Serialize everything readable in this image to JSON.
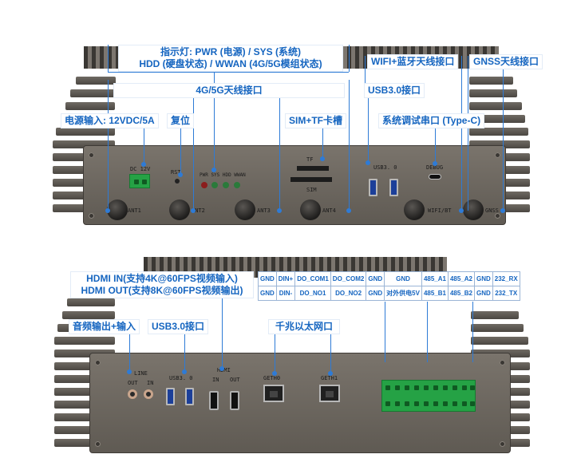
{
  "top_callouts": {
    "indicator_line1": "指示灯: PWR (电源) / SYS (系统)",
    "indicator_line2": "HDD (硬盘状态) / WWAN (4G/5G模组状态)",
    "wifi_bt": "WIFI+蓝牙天线接口",
    "gnss": "GNSS天线接口",
    "cellular": "4G/5G天线接口",
    "usb30": "USB3.0接口",
    "power_in": "电源输入: 12VDC/5A",
    "reset": "复位",
    "sim_tf": "SIM+TF卡槽",
    "debug": "系统调试串口 (Type-C)"
  },
  "top_panel_labels": {
    "dc": "DC 12V",
    "rst": "RST",
    "leds": "PWR  SYS  HDD  WWAN",
    "tf": "TF",
    "sim": "SIM",
    "usb": "USB3. 0",
    "debug": "DEBUG",
    "ant1": "ANT1",
    "ant2": "ANT2",
    "ant3": "ANT3",
    "ant4": "ANT4",
    "wifi_bt": "WIFI/BT",
    "gnss": "GNSS"
  },
  "bottom_callouts": {
    "hdmi_line1": "HDMI IN(支持4K@60FPS视频输入)",
    "hdmi_line2": "HDMI OUT(支持8K@60FPS视频输出)",
    "audio": "音频输出+输入",
    "usb30": "USB3.0接口",
    "ethernet": "千兆以太网口"
  },
  "bottom_panel_labels": {
    "line": "LINE",
    "out": "OUT",
    "in": "IN",
    "usb": "USB3. 0",
    "hdmi": "HDMI",
    "hdmi_in": "IN",
    "hdmi_out": "OUT",
    "geth0": "GETH0",
    "geth1": "GETH1"
  },
  "pin_table": {
    "row1": [
      "GND",
      "DIN+",
      "DO_COM1",
      "DO_COM2",
      "GND",
      "GND",
      "485_A1",
      "485_A2",
      "GND",
      "232_RX"
    ],
    "row2": [
      "GND",
      "DIN-",
      "DO_NO1",
      "DO_NO2",
      "GND",
      "对外供电5V",
      "485_B1",
      "485_B2",
      "GND",
      "232_TX"
    ]
  },
  "colors": {
    "accent": "#1565c0",
    "line": "#2e7bd6",
    "usb_blue": "#1c3f99",
    "terminal_green": "#25a245",
    "chassis": "#6b655e"
  }
}
